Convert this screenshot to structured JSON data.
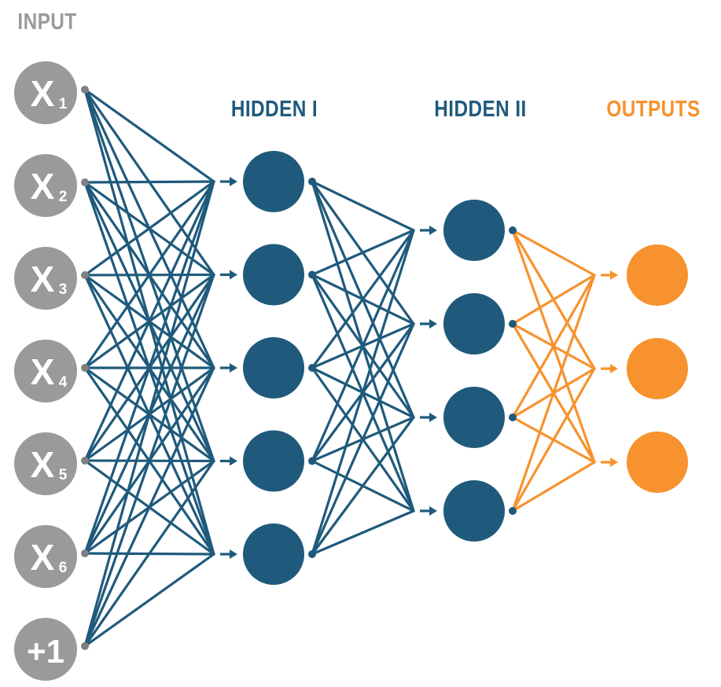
{
  "colors": {
    "input": "#9a9a9a",
    "hidden": "#1f5a7c",
    "output": "#f7922e",
    "background": "#ffffff"
  },
  "layers": [
    {
      "id": "input",
      "label": "INPUT",
      "nodes": [
        {
          "main": "X",
          "sub": "1"
        },
        {
          "main": "X",
          "sub": "2"
        },
        {
          "main": "X",
          "sub": "3"
        },
        {
          "main": "X",
          "sub": "4"
        },
        {
          "main": "X",
          "sub": "5"
        },
        {
          "main": "X",
          "sub": "6"
        },
        {
          "main": "+1",
          "sub": ""
        }
      ]
    },
    {
      "id": "hidden1",
      "label": "HIDDEN I",
      "node_count": 5
    },
    {
      "id": "hidden2",
      "label": "HIDDEN II",
      "node_count": 4
    },
    {
      "id": "outputs",
      "label": "OUTPUTS",
      "node_count": 3
    }
  ]
}
